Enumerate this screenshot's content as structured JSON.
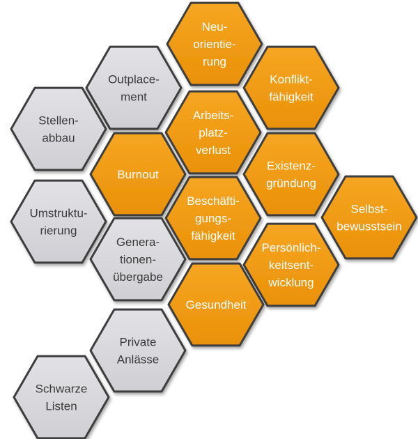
{
  "colors": {
    "orange_fill": "#f39c12",
    "orange_fill_dark": "#e58e0a",
    "gray_fill": "#d9d9de",
    "gray_fill_dark": "#c9c9ce",
    "outline": "#3d3d3d",
    "orange_text": "#ffffff",
    "gray_text": "#3a3a3a"
  },
  "hexagons": [
    {
      "id": "neuorientierung",
      "tone": "orange",
      "lines": [
        "Neu-",
        "orientie-",
        "rung"
      ]
    },
    {
      "id": "outplacement",
      "tone": "gray",
      "lines": [
        "Outplace-",
        "ment"
      ]
    },
    {
      "id": "konfliktfaehigkeit",
      "tone": "orange",
      "lines": [
        "Konflikt-",
        "fähigkeit"
      ]
    },
    {
      "id": "stellenabbau",
      "tone": "gray",
      "lines": [
        "Stellen-",
        "abbau"
      ]
    },
    {
      "id": "arbeitsplatzverlust",
      "tone": "orange",
      "lines": [
        "Arbeits-",
        "platz-",
        "verlust"
      ]
    },
    {
      "id": "burnout",
      "tone": "orange",
      "lines": [
        "Burnout"
      ]
    },
    {
      "id": "existenzgruendung",
      "tone": "orange",
      "lines": [
        "Existenz-",
        "gründung"
      ]
    },
    {
      "id": "selbstbewusstsein",
      "tone": "orange",
      "lines": [
        "Selbst-",
        "bewusstsein"
      ]
    },
    {
      "id": "umstrukturierung",
      "tone": "gray",
      "lines": [
        "Umstruktu-",
        "rierung"
      ]
    },
    {
      "id": "beschaeftigungsfaehigkeit",
      "tone": "orange",
      "lines": [
        "Beschäfti-",
        "gungs-",
        "fähigkeit"
      ]
    },
    {
      "id": "generationenuebergabe",
      "tone": "gray",
      "lines": [
        "Genera-",
        "tionen-",
        "übergabe"
      ]
    },
    {
      "id": "persoenlichkeitsentwicklung",
      "tone": "orange",
      "lines": [
        "Persönlich-",
        "keitsent-",
        "wicklung"
      ]
    },
    {
      "id": "gesundheit",
      "tone": "orange",
      "lines": [
        "Gesundheit"
      ]
    },
    {
      "id": "private-anlaesse",
      "tone": "gray",
      "lines": [
        "Private",
        "Anlässe"
      ]
    },
    {
      "id": "schwarze-listen",
      "tone": "gray",
      "lines": [
        "Schwarze",
        "Listen"
      ]
    }
  ]
}
